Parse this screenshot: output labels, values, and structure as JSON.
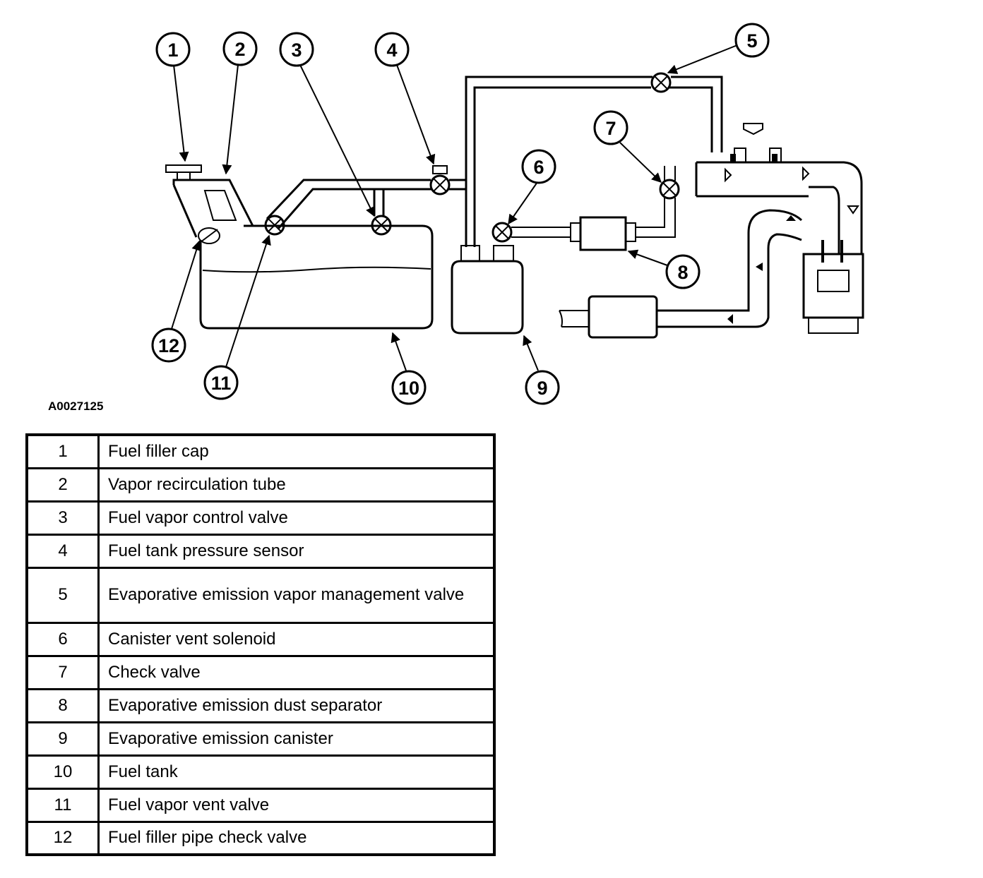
{
  "figure_id": "A0027125",
  "callouts": [
    "1",
    "2",
    "3",
    "4",
    "5",
    "6",
    "7",
    "8",
    "9",
    "10",
    "11",
    "12"
  ],
  "legend": [
    {
      "num": "1",
      "label": "Fuel filler cap"
    },
    {
      "num": "2",
      "label": "Vapor recirculation tube"
    },
    {
      "num": "3",
      "label": "Fuel vapor control valve"
    },
    {
      "num": "4",
      "label": "Fuel tank pressure sensor"
    },
    {
      "num": "5",
      "label": "Evaporative emission vapor management valve"
    },
    {
      "num": "6",
      "label": "Canister vent solenoid"
    },
    {
      "num": "7",
      "label": "Check valve"
    },
    {
      "num": "8",
      "label": "Evaporative emission dust separator"
    },
    {
      "num": "9",
      "label": "Evaporative emission canister"
    },
    {
      "num": "10",
      "label": "Fuel tank"
    },
    {
      "num": "11",
      "label": "Fuel vapor vent valve"
    },
    {
      "num": "12",
      "label": "Fuel filler pipe check valve"
    }
  ]
}
